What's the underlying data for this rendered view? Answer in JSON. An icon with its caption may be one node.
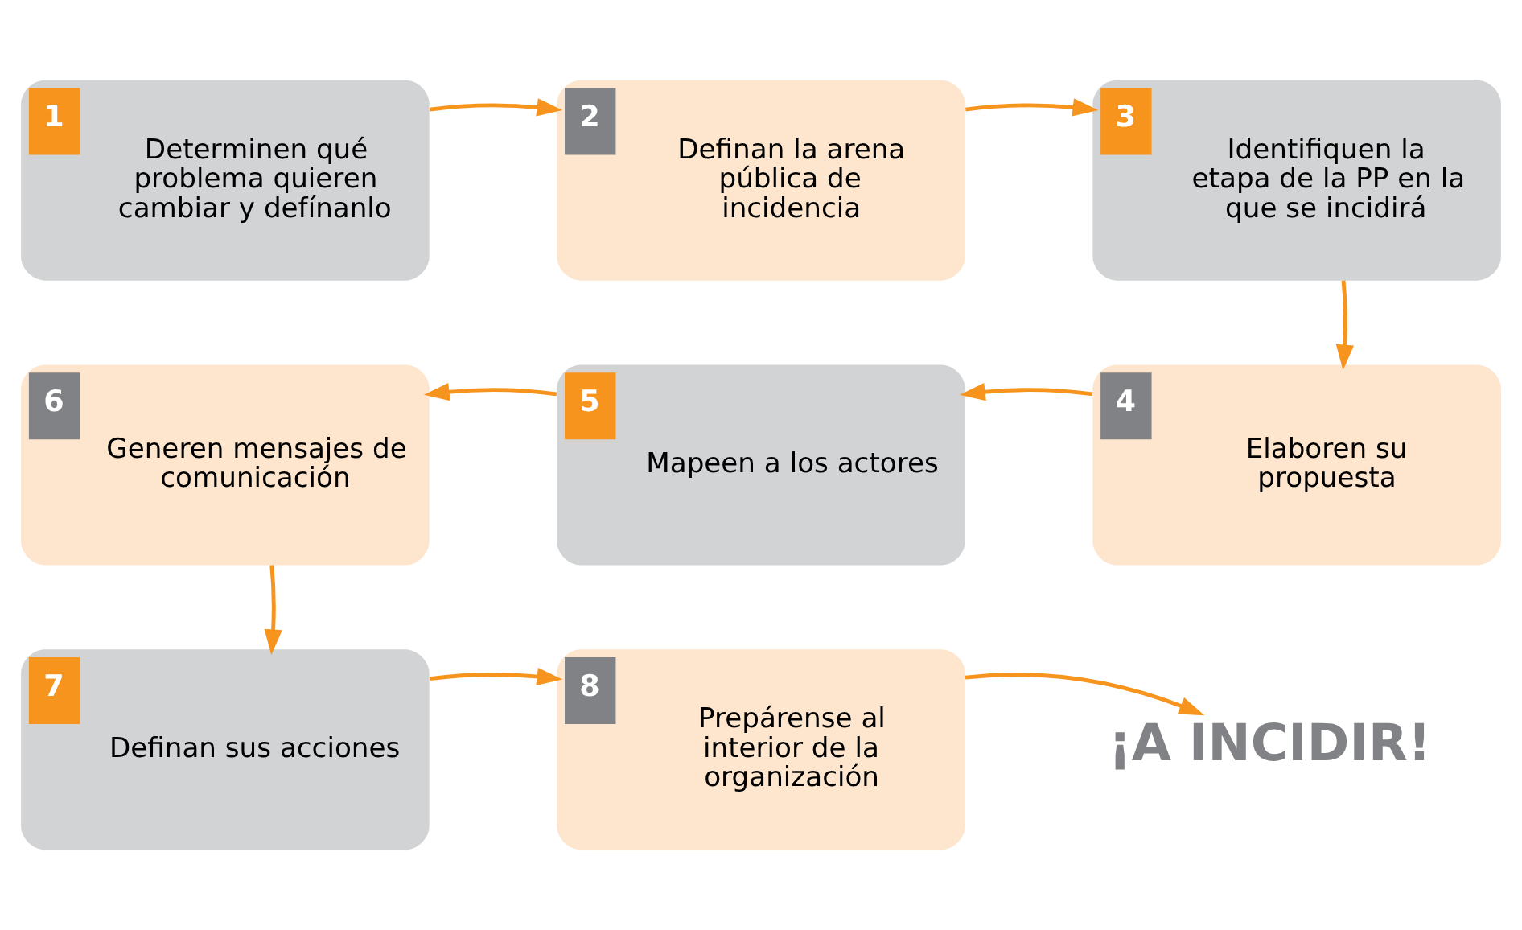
{
  "diagram": {
    "nodes": [
      {
        "text": [
          "1",
          "Determinen qué problema quieren cambiar y defínanlo"
        ]
      },
      {
        "text": [
          "2",
          "Definan la arena pública de incidencia"
        ]
      },
      {
        "text": [
          "3",
          "Identifiquen la etapa de la PP en la que se incidirá"
        ]
      },
      {
        "text": [
          "4",
          "Elaboren su propuesta"
        ]
      },
      {
        "text": [
          "5",
          "Mapeen a los actores"
        ]
      },
      {
        "text": [
          "6",
          "Generen mensajes de comunicación"
        ]
      },
      {
        "text": [
          "7",
          "Definan sus acciones"
        ]
      },
      {
        "text": [
          "8",
          "Prepárense al interior de la organización"
        ]
      },
      {
        "text": [
          "¡A INCIDIR!"
        ]
      }
    ],
    "edges": [
      {
        "from": 0,
        "to": 1,
        "arrow": "to"
      },
      {
        "from": 1,
        "to": 2,
        "arrow": "to"
      },
      {
        "from": 2,
        "to": 3,
        "arrow": "to"
      },
      {
        "from": 3,
        "to": 4,
        "arrow": "to"
      },
      {
        "from": 4,
        "to": 5,
        "arrow": "to"
      },
      {
        "from": 5,
        "to": 6,
        "arrow": "to"
      },
      {
        "from": 6,
        "to": 7,
        "arrow": "to"
      },
      {
        "from": 7,
        "to": 8,
        "arrow": "to"
      }
    ]
  }
}
